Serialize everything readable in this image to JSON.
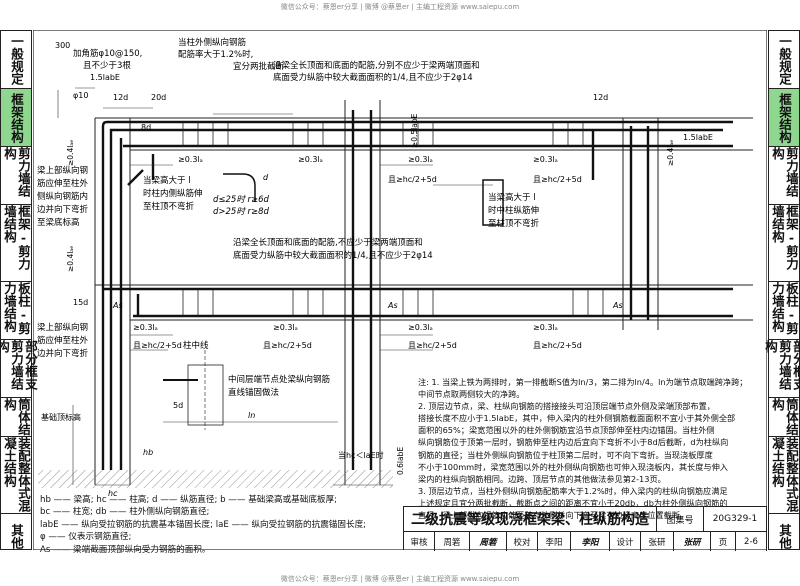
{
  "watermark": {
    "top": "微信公众号：蔡恩er分享 | 微博 @蔡恩er | 主编工程资源 www.saiepu.com",
    "bottom": "微信公众号：蔡恩er分享 | 微博 @蔡恩er | 主编工程资源 www.saiepu.com"
  },
  "left_index": [
    {
      "label": "一般规定",
      "active": false
    },
    {
      "label": "框架结构",
      "active": true
    },
    {
      "label": "剪力墙结构",
      "active": false
    },
    {
      "label": "框架-剪力墙结构",
      "active": false
    },
    {
      "label": "板柱-剪力墙结构",
      "active": false
    },
    {
      "label": "部分框支剪力墙结构",
      "active": false
    },
    {
      "label": "筒体结构",
      "active": false
    },
    {
      "label": "装配整体式混凝土结构",
      "active": false
    },
    {
      "label": "其他",
      "active": false
    }
  ],
  "right_index": [
    {
      "label": "一般规定",
      "active": false
    },
    {
      "label": "框架结构",
      "active": true
    },
    {
      "label": "剪力墙结构",
      "active": false
    },
    {
      "label": "框架-剪力墙结构",
      "active": false
    },
    {
      "label": "板柱-剪力墙结构",
      "active": false
    },
    {
      "label": "部分框支剪力墙结构",
      "active": false
    },
    {
      "label": "筒体结构",
      "active": false
    },
    {
      "label": "装配整体式混凝土结构",
      "active": false
    },
    {
      "label": "其他",
      "active": false
    }
  ],
  "drawing": {
    "top_left_note_1": "加角筋φ10@150,",
    "top_left_note_2": "且不少于3根",
    "col_outer_note_1": "当柱外侧纵向钢筋",
    "col_outer_note_2": "配筋率大于1.2%时,",
    "col_outer_note_3": "宜分两批截断",
    "beam_top_note_1": "沿梁全长顶面和底面的配筋,分别不应少于梁两端顶面和",
    "beam_top_note_2": "底面受力纵筋中较大截面面积的1/4,且不应少于2φ14",
    "mid_beam_note_1": "沿梁全长顶面和底面的配筋,不应少于梁两端顶面和",
    "mid_beam_note_2": "底面受力纵筋中较大截面面积的1/4,且不应少于2φ14",
    "left_note_a1": "梁上部纵向钢",
    "left_note_a2": "筋应伸至柱外",
    "left_note_a3": "侧纵向钢筋内",
    "left_note_a4": "边并向下弯折",
    "left_note_a5": "至梁底标高",
    "left_note_b1": "梁上部纵向钢",
    "left_note_b2": "筋应伸至柱外",
    "left_note_b3": "边并向下弯折",
    "beam_high_note_1": "当梁高大于 l",
    "beam_high_note_2": "时柱内侧纵筋伸",
    "beam_high_note_3": "至柱顶不弯折",
    "beam_high_note_4": "当梁高大于 l",
    "beam_high_note_5": "时中柱纵筋伸",
    "beam_high_note_6": "至柱顶不弯折",
    "d_le_25": "d≤25时 r≥6d",
    "d_gt_25": "d>25时 r≥8d",
    "col_center": "柱中线",
    "mid_joint_1": "中间层端节点处梁纵向钢筋",
    "mid_joint_2": "直线锚固做法",
    "foundation_label": "基础顶标高",
    "hc_gt": "当hc＜laE时",
    "dim_03": "≥0.3lₐ",
    "dim_04": "≥0.4lₐₑ",
    "dim_hc": "且≥hc/2+5d",
    "dim_12d": "12d",
    "dim_15d": "15d",
    "dim_20d": "20d",
    "dim_8d": "8d",
    "dim_5d": "5d",
    "dim_15labe": "1.5labE",
    "dim_05labe": "≥0.5labE",
    "dim_06labe": "0.6labE",
    "dim_hb": "hb",
    "dim_hc_l": "hc",
    "dim_ln": "ln",
    "dim_300": "300",
    "dim_as": "As",
    "dim_d": "d",
    "phi10": "φ10"
  },
  "notes": [
    "注: 1. 当梁上铁为两排时，第一排截断S值为ln/3，第二排为ln/4。ln为端节点取端跨净跨；",
    "       中间节点取两侧较大的净跨。",
    "    2. 顶层边节点，梁、柱纵向钢筋的搭接接头可沿顶层端节点外侧及梁端顶部布置，",
    "       搭接长度不应小于1.5labE，其中，伸入梁内的柱外侧钢筋截面面积不宜小于其外侧全部",
    "       面积的65%；梁宽范围以外的柱外侧钢筋宜沿节点顶部伸至柱内边锚固。当柱外侧",
    "       纵向钢筋位于顶第一层时，钢筋伸至柱内边后宜向下弯折不小于8d后截断，d为柱纵向",
    "       钢筋的直径；当柱外侧纵向钢筋位于柱顶第二层时，可不向下弯折。当现浇板厚度",
    "       不小于100mm时，梁宽范围以外的柱外侧纵向钢筋也可伸入现浇板内，其长度与伸入",
    "       梁内的柱纵向钢筋相同。边跨、顶层节点的其他做法参见第2-13页。",
    "    3. 顶层边节点，当柱外侧纵向钢筋配筋率大于1.2%时，伸入梁内的柱纵向钢筋应满足",
    "       上述规定且宜分两批截断，截断点之间的距离不宜小于20db，db为柱外侧纵向钢筋的",
    "       直径。梁上部纵向钢筋应伸至节点外侧并向下弯至梁下边缘高度位置截断。"
  ],
  "legend": [
    "hb —— 梁高;  hc —— 柱高;  d —— 纵筋直径;  b —— 基础梁高或基础底板厚;",
    "bc —— 柱宽;  db —— 柱外侧纵向钢筋直径;",
    "labE —— 纵向受拉钢筋的抗震基本锚固长度;  laE —— 纵向受拉钢筋的抗震锚固长度;",
    "φ —— 仪表示钢筋直径;",
    "As —— 梁端截面顶部纵向受力钢筋的面积。"
  ],
  "titleblock": {
    "title": "二级抗震等级现浇框架梁、柱纵筋构造",
    "atlas_label": "图集号",
    "atlas_no": "20G329-1",
    "review_label": "审核",
    "review_name": "周箬",
    "review_sig": "周箬",
    "check_label": "校对",
    "check_name": "李阳",
    "check_sig": "李阳",
    "design_label": "设计",
    "design_name": "张研",
    "design_sig": "张研",
    "page_label": "页",
    "page_no": "2-6"
  }
}
